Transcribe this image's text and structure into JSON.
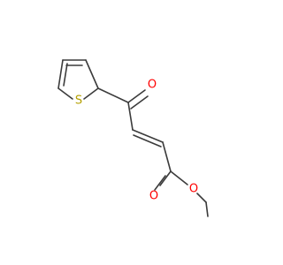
{
  "molecule": {
    "atoms": [
      {
        "id": "S1",
        "label": "S",
        "color": "#b4a000"
      },
      {
        "id": "O_ketone",
        "label": "O",
        "color": "#ff0000"
      },
      {
        "id": "O_carbonyl",
        "label": "O",
        "color": "#ff0000"
      },
      {
        "id": "O_ether",
        "label": "O",
        "color": "#ff0000"
      }
    ],
    "bond_color": "#3b3b3b",
    "hydrogen_label_color": "#3b3b3b"
  }
}
